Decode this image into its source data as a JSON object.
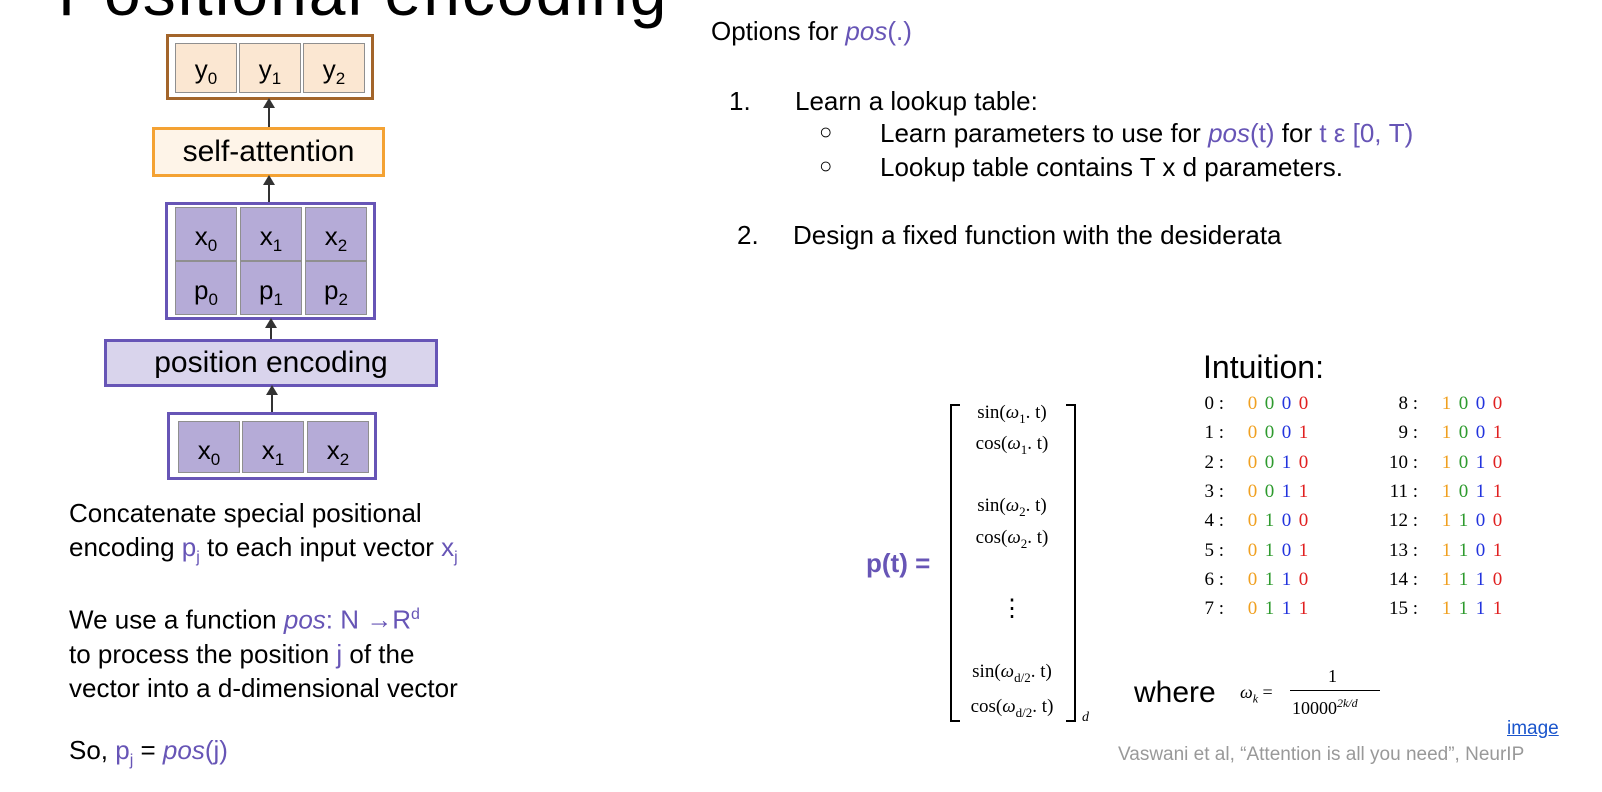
{
  "slide": {
    "title": "Positional encoding"
  },
  "diagram": {
    "y_cells": [
      {
        "base": "y",
        "sub": "0"
      },
      {
        "base": "y",
        "sub": "1"
      },
      {
        "base": "y",
        "sub": "2"
      }
    ],
    "self_attention_label": "self-attention",
    "x_cells": [
      {
        "base": "x",
        "sub": "0"
      },
      {
        "base": "x",
        "sub": "1"
      },
      {
        "base": "x",
        "sub": "2"
      }
    ],
    "p_cells": [
      {
        "base": "p",
        "sub": "0"
      },
      {
        "base": "p",
        "sub": "1"
      },
      {
        "base": "p",
        "sub": "2"
      }
    ],
    "position_encoding_label": "position encoding",
    "input_cells": [
      {
        "base": "x",
        "sub": "0"
      },
      {
        "base": "x",
        "sub": "1"
      },
      {
        "base": "x",
        "sub": "2"
      }
    ],
    "colors": {
      "y_fill": "#fbe7d2",
      "y_border": "#a3652a",
      "attn_border": "#f4a233",
      "attn_fill": "#fef4e8",
      "x_fill": "#b5abd7",
      "outer_border": "#6755b6",
      "pe_fill": "#d9d4ec",
      "accent": "#6755b6"
    }
  },
  "left_text": {
    "concat_line1": "Concatenate special positional",
    "concat_line2_a": "encoding ",
    "concat_p": "p",
    "concat_j": "j",
    "concat_line2_b": " to each input vector ",
    "concat_x": "x",
    "func_a": "We use a function ",
    "func_pos": "pos",
    "func_b": ": N →R",
    "func_sup": "d",
    "process_a": "to process the position ",
    "process_j": "j",
    "process_b": " of the",
    "vector_line": "vector into a d-dimensional vector",
    "so_a": "So, ",
    "so_p": "p",
    "so_j": "j",
    "so_eq": " = ",
    "so_pos": "pos",
    "so_arg": "(j)"
  },
  "right_text": {
    "options_a": "Options for ",
    "options_pos": "pos",
    "options_arg": "(.)",
    "item1_num": "1.",
    "item1_text": "Learn a lookup table:",
    "bullet": "○",
    "sub1_a": "Learn parameters to use for ",
    "sub1_pos": "pos",
    "sub1_t": "(t)",
    "sub1_b": " for ",
    "sub1_range": "t ε [0, T)",
    "sub2": "Lookup table contains T x d parameters.",
    "item2_num": "2.",
    "item2_text": "Design a fixed function with the desiderata"
  },
  "formula": {
    "pt_label": "p(t) =",
    "entries": [
      {
        "fn": "sin",
        "w": "ω",
        "sub": "1",
        "t": ". t)"
      },
      {
        "fn": "cos",
        "w": "ω",
        "sub": "1",
        "t": ". t)"
      },
      {
        "fn": "sin",
        "w": "ω",
        "sub": "2",
        "t": ". t)"
      },
      {
        "fn": "cos",
        "w": "ω",
        "sub": "2",
        "t": ". t)"
      },
      {
        "fn": "sin",
        "w": "ω",
        "sub": "d/2",
        "t": ". t)"
      },
      {
        "fn": "cos",
        "w": "ω",
        "sub": "d/2",
        "t": ". t)"
      }
    ],
    "vdots": "⋮",
    "dim_sub": "d",
    "where": "where",
    "omega_lhs": "ω",
    "omega_sub": "k",
    "omega_eq": " = ",
    "numerator": "1",
    "denominator": "10000",
    "denominator_exp": "2k/d"
  },
  "intuition": {
    "title": "Intuition:",
    "rows": [
      {
        "idx": "0 :",
        "bits": [
          "0",
          "0",
          "0",
          "0"
        ]
      },
      {
        "idx": "1 :",
        "bits": [
          "0",
          "0",
          "0",
          "1"
        ]
      },
      {
        "idx": "2 :",
        "bits": [
          "0",
          "0",
          "1",
          "0"
        ]
      },
      {
        "idx": "3 :",
        "bits": [
          "0",
          "0",
          "1",
          "1"
        ]
      },
      {
        "idx": "4 :",
        "bits": [
          "0",
          "1",
          "0",
          "0"
        ]
      },
      {
        "idx": "5 :",
        "bits": [
          "0",
          "1",
          "0",
          "1"
        ]
      },
      {
        "idx": "6 :",
        "bits": [
          "0",
          "1",
          "1",
          "0"
        ]
      },
      {
        "idx": "7 :",
        "bits": [
          "0",
          "1",
          "1",
          "1"
        ]
      },
      {
        "idx": "8 :",
        "bits": [
          "1",
          "0",
          "0",
          "0"
        ]
      },
      {
        "idx": "9 :",
        "bits": [
          "1",
          "0",
          "0",
          "1"
        ]
      },
      {
        "idx": "10 :",
        "bits": [
          "1",
          "0",
          "1",
          "0"
        ]
      },
      {
        "idx": "11 :",
        "bits": [
          "1",
          "0",
          "1",
          "1"
        ]
      },
      {
        "idx": "12 :",
        "bits": [
          "1",
          "1",
          "0",
          "0"
        ]
      },
      {
        "idx": "13 :",
        "bits": [
          "1",
          "1",
          "0",
          "1"
        ]
      },
      {
        "idx": "14 :",
        "bits": [
          "1",
          "1",
          "1",
          "0"
        ]
      },
      {
        "idx": "15 :",
        "bits": [
          "1",
          "1",
          "1",
          "1"
        ]
      }
    ],
    "bit_colors": [
      "#f0a020",
      "#2d9a2d",
      "#2233dd",
      "#e02020"
    ]
  },
  "footer": {
    "image_link": "image",
    "citation": "Vaswani et al, “Attention is all you need”, NeurIP"
  }
}
